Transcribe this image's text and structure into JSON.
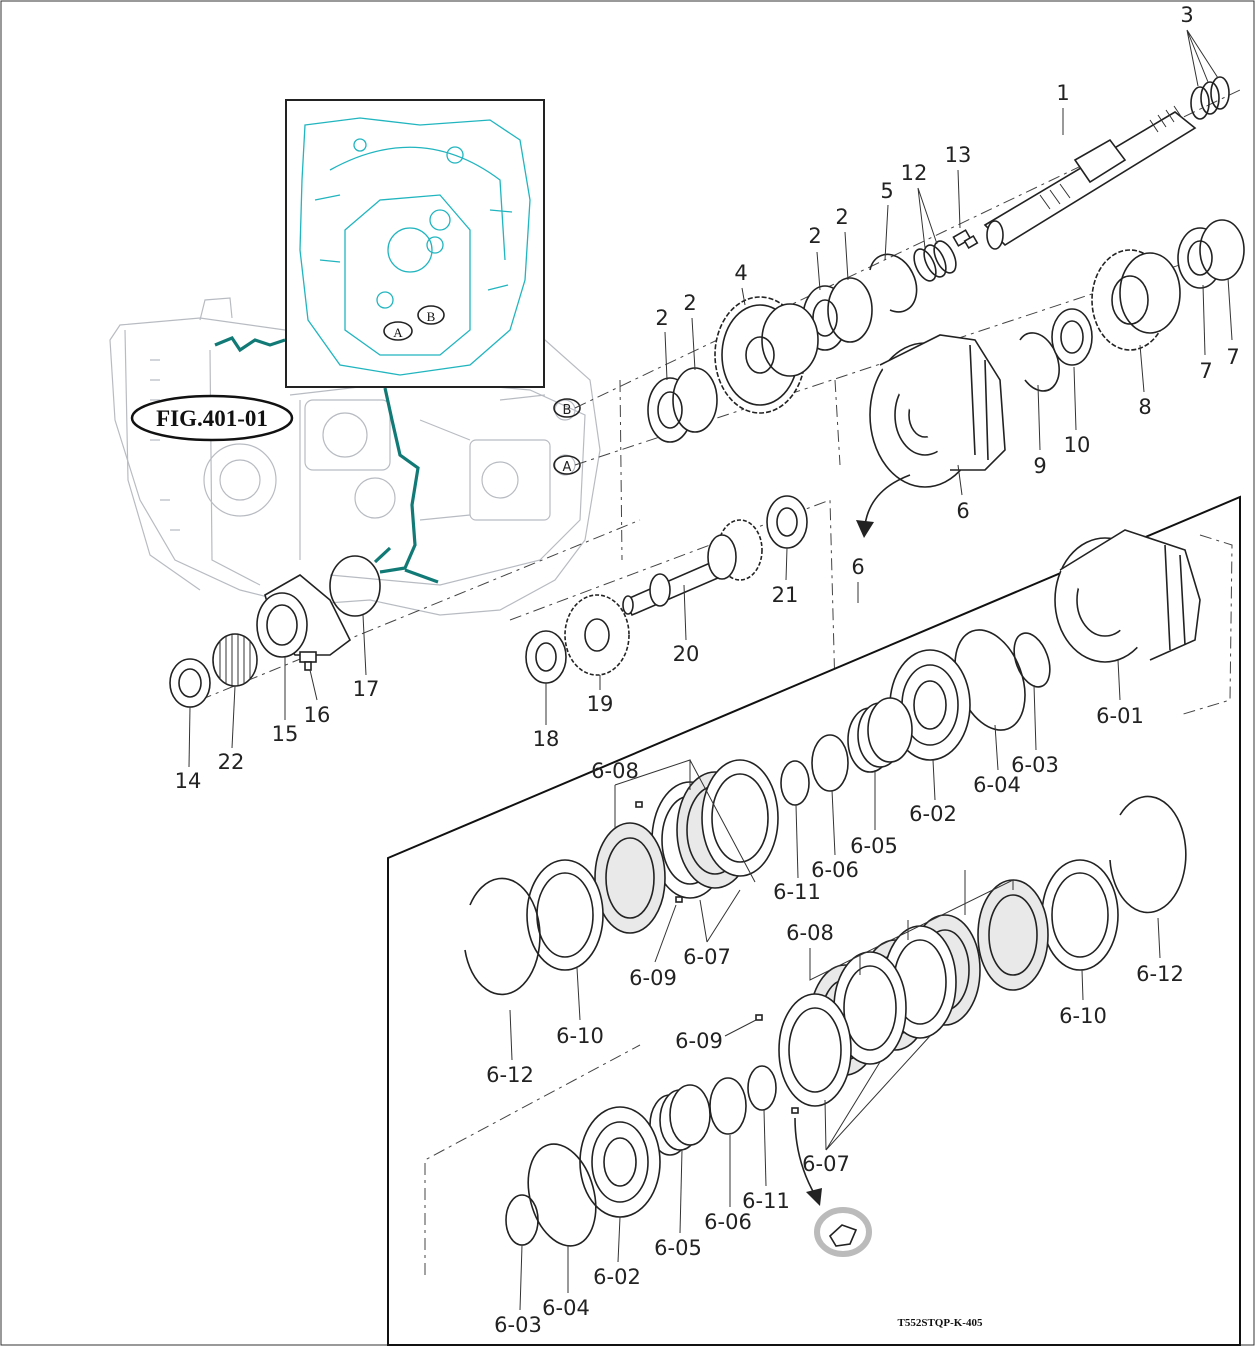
{
  "figure_ref": "FIG.401-01",
  "drawing_code": "T552STQP-K-405",
  "inset_markers": [
    "A",
    "B"
  ],
  "case_markers": [
    "B",
    "A"
  ],
  "callouts_main": [
    "1",
    "2",
    "2",
    "2",
    "2",
    "3",
    "4",
    "5",
    "6",
    "7",
    "7",
    "8",
    "9",
    "10",
    "12",
    "13",
    "14",
    "15",
    "16",
    "17",
    "18",
    "19",
    "20",
    "21",
    "22"
  ],
  "callout_exploded_head": "6",
  "callouts_exploded": [
    "6-01",
    "6-02",
    "6-03",
    "6-04",
    "6-05",
    "6-06",
    "6-07",
    "6-08",
    "6-09",
    "6-10",
    "6-11",
    "6-12",
    "6-02",
    "6-03",
    "6-04",
    "6-05",
    "6-06",
    "6-07",
    "6-08",
    "6-09",
    "6-10",
    "6-11",
    "6-12"
  ],
  "colors": {
    "line": "#222222",
    "ghost": "#b8bcc2",
    "inset_cyan": "#21b5bf",
    "teal": "#117a76"
  }
}
